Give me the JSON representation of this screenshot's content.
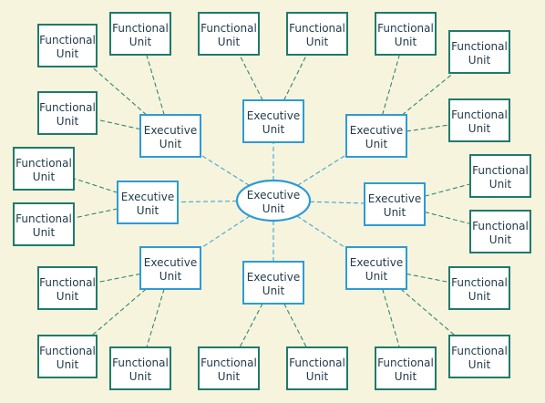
{
  "center": {
    "label_line1": "Executive",
    "label_line2": "Unit"
  },
  "executive": {
    "label_line1": "Executive",
    "label_line2": "Unit"
  },
  "functional": {
    "label_line1": "Functional",
    "label_line2": "Unit"
  },
  "colors": {
    "background": "#f6f4dc",
    "functional_border": "#1f7a6b",
    "executive_border": "#2d9bd6"
  }
}
